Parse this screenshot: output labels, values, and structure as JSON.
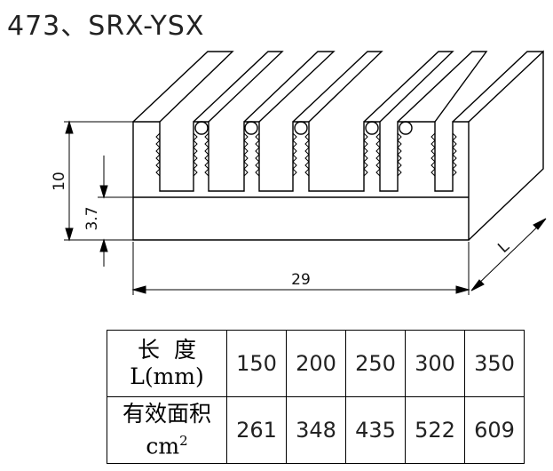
{
  "title": "473、SRX-YSX",
  "dimensions": {
    "height_total": "10",
    "base_thickness": "3.7",
    "width": "29",
    "length": "L"
  },
  "table": {
    "row1": {
      "label_line1": "长  度",
      "label_line2": "L(mm)",
      "values": [
        "150",
        "200",
        "250",
        "300",
        "350"
      ]
    },
    "row2": {
      "label_line1": "有效面积",
      "label_line2": "cm",
      "label_sup": "2",
      "values": [
        "261",
        "348",
        "435",
        "522",
        "609"
      ]
    }
  }
}
